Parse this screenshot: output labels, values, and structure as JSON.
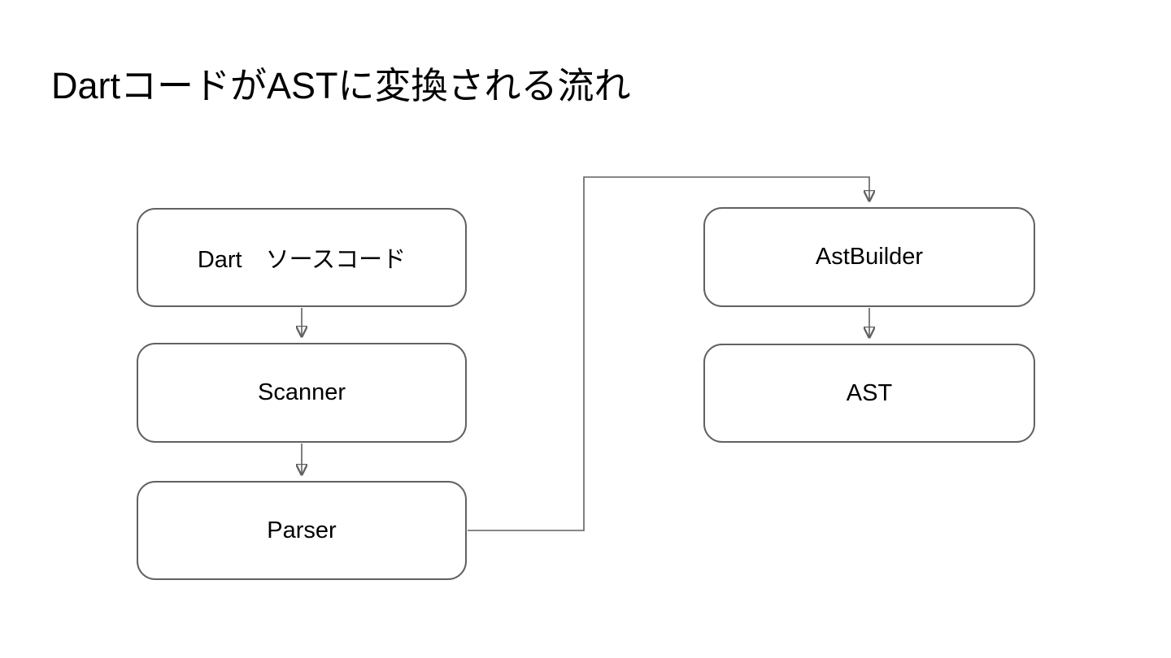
{
  "title": "DartコードがASTに変換される流れ",
  "colors": {
    "bg": "#ffffff",
    "box_border": "#616161",
    "box_fill": "#ffffff",
    "text": "#000000",
    "connector": "#616161"
  },
  "nodes": [
    {
      "id": "dart-source",
      "label": "Dart　ソースコード"
    },
    {
      "id": "scanner",
      "label": "Scanner"
    },
    {
      "id": "parser",
      "label": "Parser"
    },
    {
      "id": "astbuilder",
      "label": "AstBuilder"
    },
    {
      "id": "ast",
      "label": "AST"
    }
  ],
  "edges": [
    {
      "from": "dart-source",
      "to": "scanner"
    },
    {
      "from": "scanner",
      "to": "parser"
    },
    {
      "from": "parser",
      "to": "astbuilder"
    },
    {
      "from": "astbuilder",
      "to": "ast"
    }
  ]
}
